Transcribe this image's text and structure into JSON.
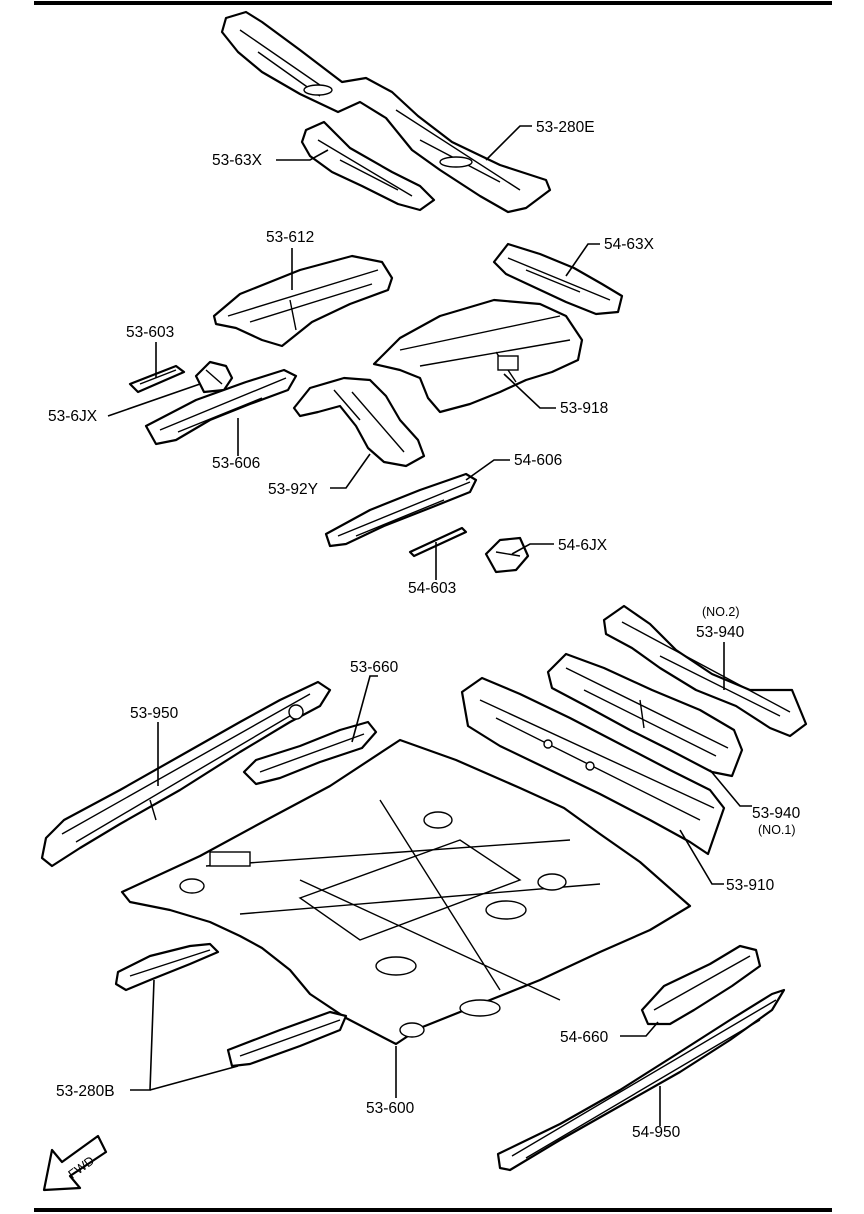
{
  "labels": {
    "p53_280E": "53-280E",
    "p53_63X": "53-63X",
    "p53_612": "53-612",
    "p54_63X": "54-63X",
    "p53_603": "53-603",
    "p53_6JX": "53-6JX",
    "p53_918": "53-918",
    "p53_606": "53-606",
    "p53_92Y": "53-92Y",
    "p54_606": "54-606",
    "p54_6JX": "54-6JX",
    "p54_603": "54-603",
    "p53_940_no2_note": "(NO.2)",
    "p53_940_no2": "53-940",
    "p53_660": "53-660",
    "p53_950": "53-950",
    "p53_940_no1": "53-940",
    "p53_940_no1_note": "(NO.1)",
    "p53_910": "53-910",
    "p54_660": "54-660",
    "p53_280B": "53-280B",
    "p53_600": "53-600",
    "p54_950": "54-950",
    "fwd": "FWD"
  }
}
